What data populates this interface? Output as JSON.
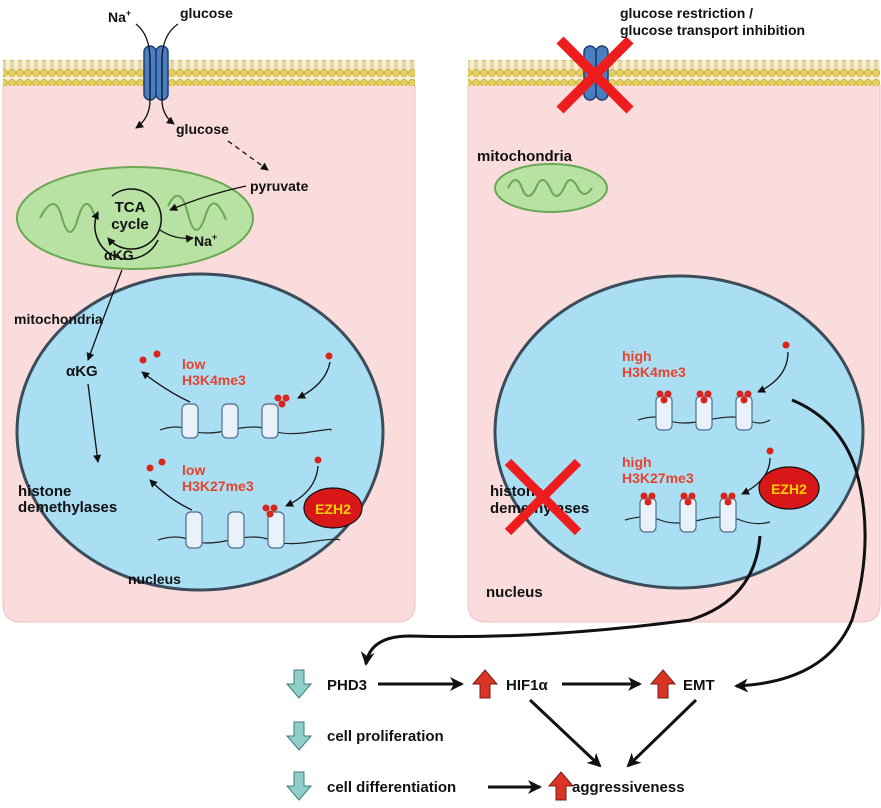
{
  "left_panel": {
    "na_label": "Na",
    "na_sup": "+",
    "glucose_top": "glucose",
    "glucose_inner": "glucose",
    "pyruvate": "pyruvate",
    "tca_line1": "TCA",
    "tca_line2": "cycle",
    "na_mito": "Na",
    "na_mito_sup": "+",
    "akg_mito": "αKG",
    "mitochondria": "mitochondria",
    "akg": "αKG",
    "histone_line1": "histone",
    "histone_line2": "demethylases",
    "nucleus": "nucleus",
    "mark1_line1": "low",
    "mark1_line2": "H3K4me3",
    "mark2_line1": "low",
    "mark2_line2": "H3K27me3",
    "ezh2": "EZH2"
  },
  "right_panel": {
    "restriction_line1": "glucose restriction /",
    "restriction_line2": "glucose transport inhibition",
    "mitochondria": "mitochondria",
    "mark1_line1": "high",
    "mark1_line2": "H3K4me3",
    "mark2_line1": "high",
    "mark2_line2": "H3K27me3",
    "histone_line1": "histone",
    "histone_line2": "demethylases",
    "ezh2": "EZH2",
    "nucleus": "nucleus"
  },
  "outcomes": {
    "phd3": "PHD3",
    "hif1a": "HIF1α",
    "emt": "EMT",
    "cell_proliferation": "cell proliferation",
    "cell_differentiation": "cell differentiation",
    "aggressiveness": "aggressiveness"
  },
  "colors": {
    "cell_fill": "#fbdcdc",
    "nucleus_fill": "#a9def3",
    "mito_fill": "#b7e2a3",
    "membrane": "#e6cf5c",
    "channel": "#4b7fc4",
    "red_text": "#e8432e",
    "ezh2_fill": "#d81818",
    "ezh2_text": "#ffd100",
    "cross": "#ee1c1c",
    "down_arrow": "#8ed0c9",
    "up_arrow": "#d93424"
  }
}
